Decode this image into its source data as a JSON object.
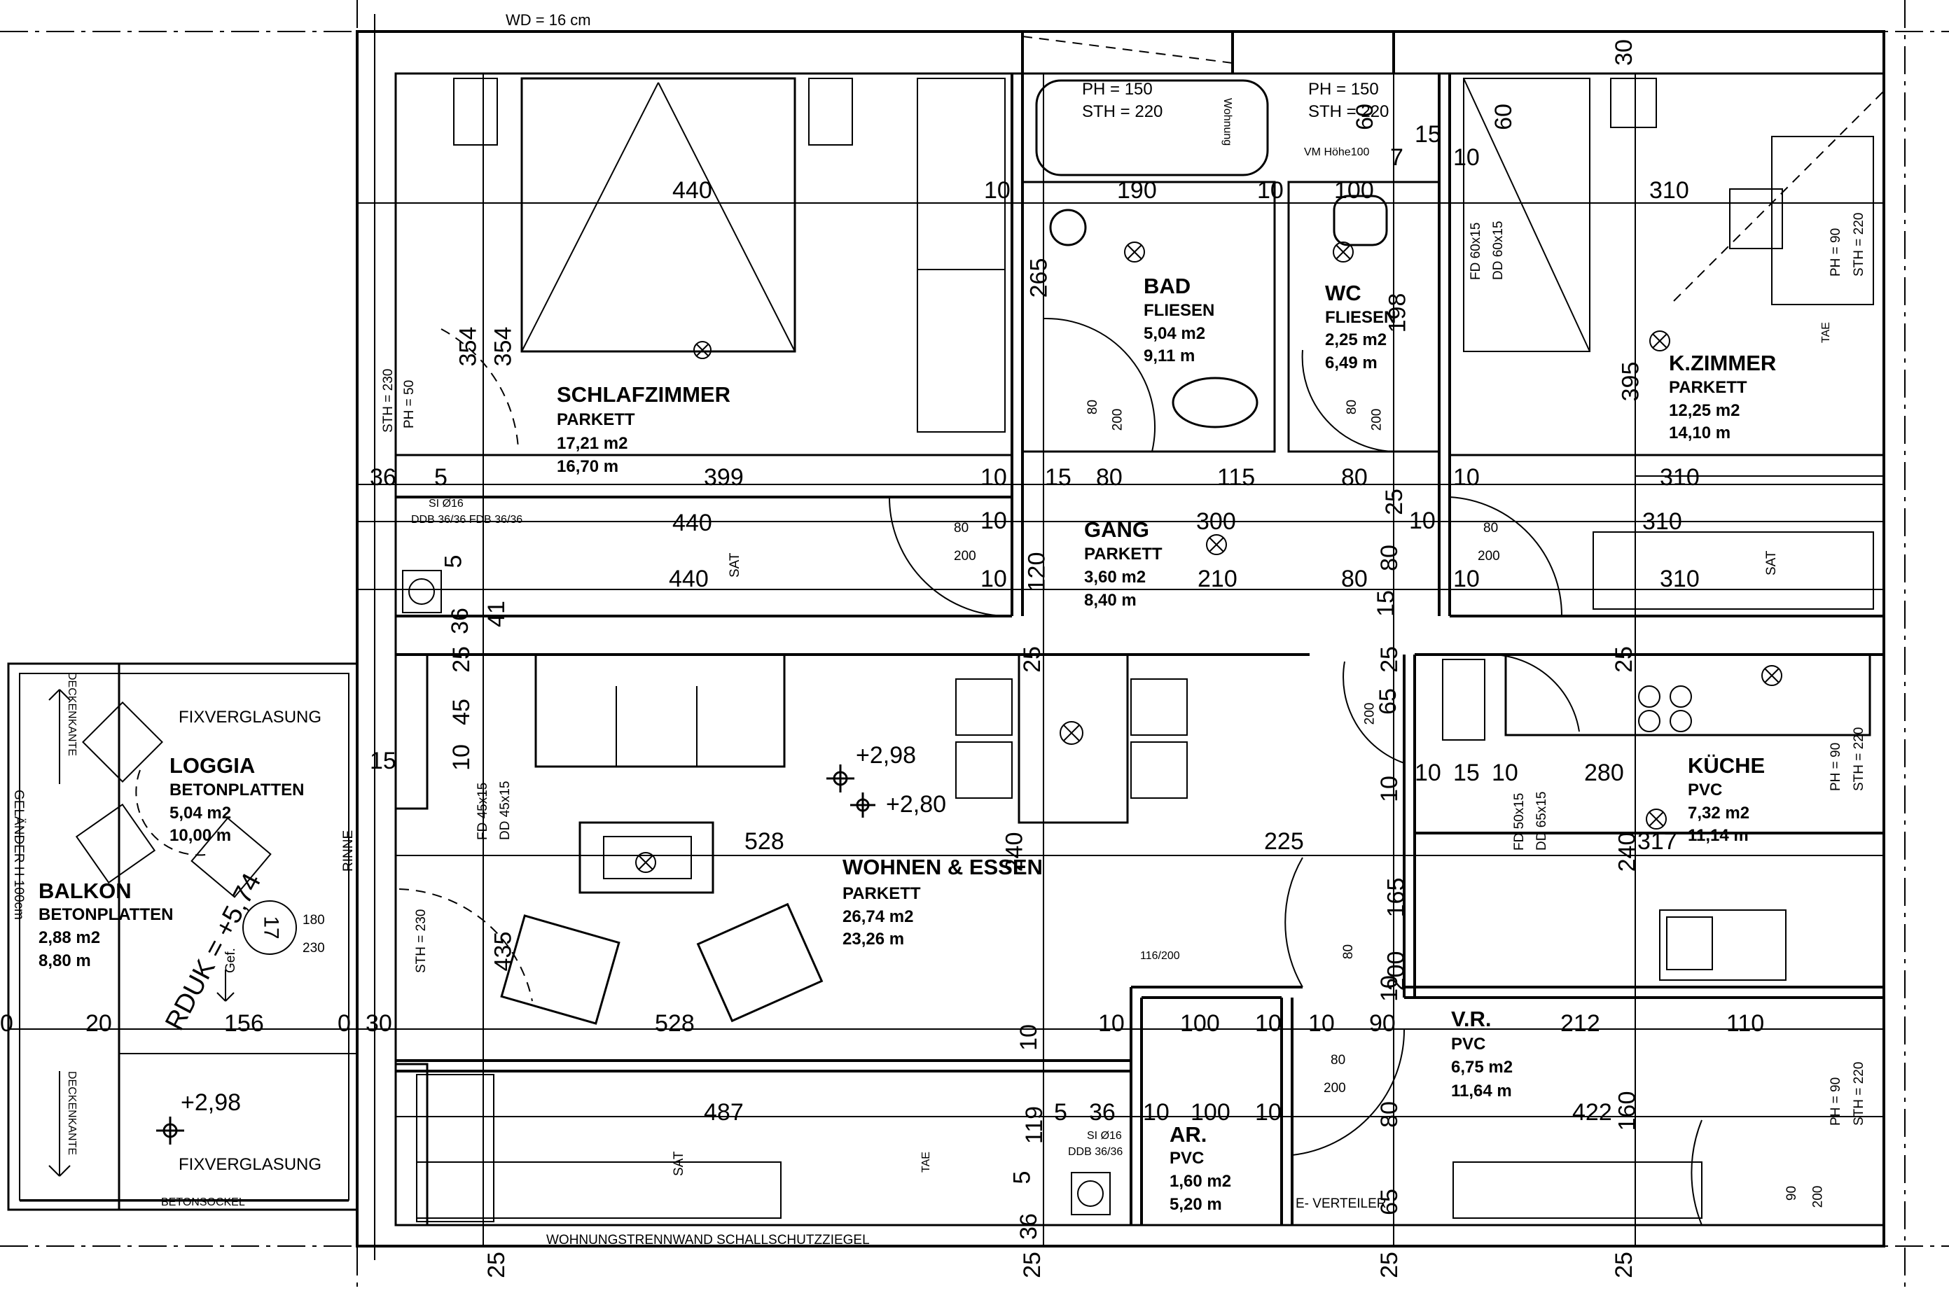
{
  "header": {
    "wall_thickness": "WD = 16 cm"
  },
  "rooms": {
    "schlafzimmer": {
      "name": "SCHLAFZIMMER",
      "floor": "PARKETT",
      "area": "17,21 m2",
      "perimeter": "16,70  m"
    },
    "bad": {
      "name": "BAD",
      "floor": "FLIESEN",
      "area": "5,04 m2",
      "perimeter": "9,11  m"
    },
    "wc": {
      "name": "WC",
      "floor": "FLIESEN",
      "area": "2,25 m2",
      "perimeter": "6,49  m"
    },
    "kzimmer": {
      "name": "K.ZIMMER",
      "floor": "PARKETT",
      "area": "12,25 m2",
      "perimeter": "14,10  m"
    },
    "gang": {
      "name": "GANG",
      "floor": "PARKETT",
      "area": "3,60 m2",
      "perimeter": "8,40  m"
    },
    "wohnen": {
      "name": "WOHNEN & ESSEN",
      "floor": "PARKETT",
      "area": "26,74 m2",
      "perimeter": "23,26  m"
    },
    "kueche": {
      "name": "KÜCHE",
      "floor": "PVC",
      "area": "7,32 m2",
      "perimeter": "11,14  m"
    },
    "vr": {
      "name": "V.R.",
      "floor": "PVC",
      "area": "6,75 m2",
      "perimeter": "11,64  m"
    },
    "ar": {
      "name": "AR.",
      "floor": "PVC",
      "area": "1,60 m2",
      "perimeter": "5,20  m"
    },
    "loggia": {
      "name": "LOGGIA",
      "floor": "BETONPLATTEN",
      "area": "5,04 m2",
      "perimeter": "10,00  m"
    },
    "balkon": {
      "name": "BALKON",
      "floor": "BETONPLATTEN",
      "area": "2,88 m2",
      "perimeter": "8,80  m"
    }
  },
  "heights": {
    "h1": "+2,98",
    "h2": "+2,80",
    "h3": "+2,98"
  },
  "rduk": "RDUK = +5,74",
  "notes": {
    "fixverglasung": "FIXVERGLASUNG",
    "betonsockel": "BETONSOCKEL",
    "wohnungstrennwand": "WOHNUNGSTRENNWAND SCHALLSCHUTZZIEGEL",
    "e_verteiler": "E- VERTEILER",
    "rinne": "RINNE",
    "gelaender": "GELÄNDER H 100cm",
    "deckenkante": "DECKENKANTE",
    "sat": "SAT",
    "tae": "TAE",
    "vm": "VM Höhe100",
    "gef": "Gef.",
    "stair": "17",
    "wohnung": "Wohnung"
  },
  "openings": {
    "ph150": "PH = 150",
    "sth220": "STH = 220",
    "sth230": "STH = 230",
    "ph50": "PH = 50",
    "ph90": "PH = 90",
    "si16": "SI Ø16",
    "ddb_pair": "DDB 36/36 FDB 36/36",
    "ddb": "DDB 36/36",
    "fd45": "FD 45x15",
    "dd45": "DD 45x15",
    "fd60": "FD 60x15",
    "dd60": "DD 60x15",
    "fd50": "FD 50x15",
    "dd65": "DD 65x15",
    "door": "116/200"
  },
  "dims": {
    "d30": "30",
    "d60": "60",
    "d15": "15",
    "d440": "440",
    "d10": "10",
    "d190": "190",
    "d100": "100",
    "d310": "310",
    "d265": "265",
    "d198": "198",
    "d354": "354",
    "d395": "395",
    "d80": "80",
    "d200": "200",
    "d36": "36",
    "d5": "5",
    "d399": "399",
    "d115": "115",
    "d25": "25",
    "d300": "300",
    "d120": "120",
    "d210": "210",
    "d41": "41",
    "d45": "45",
    "d240": "240",
    "d528": "528",
    "d225": "225",
    "d280": "280",
    "d317": "317",
    "d165": "165",
    "d435": "435",
    "d156": "156",
    "d20": "20",
    "d0": "0",
    "d212": "212",
    "d110": "110",
    "d487": "487",
    "d119": "119",
    "d422": "422",
    "d160": "160",
    "d90": "90",
    "d65": "65",
    "d180": "180",
    "d230": "230",
    "d7": "7"
  }
}
